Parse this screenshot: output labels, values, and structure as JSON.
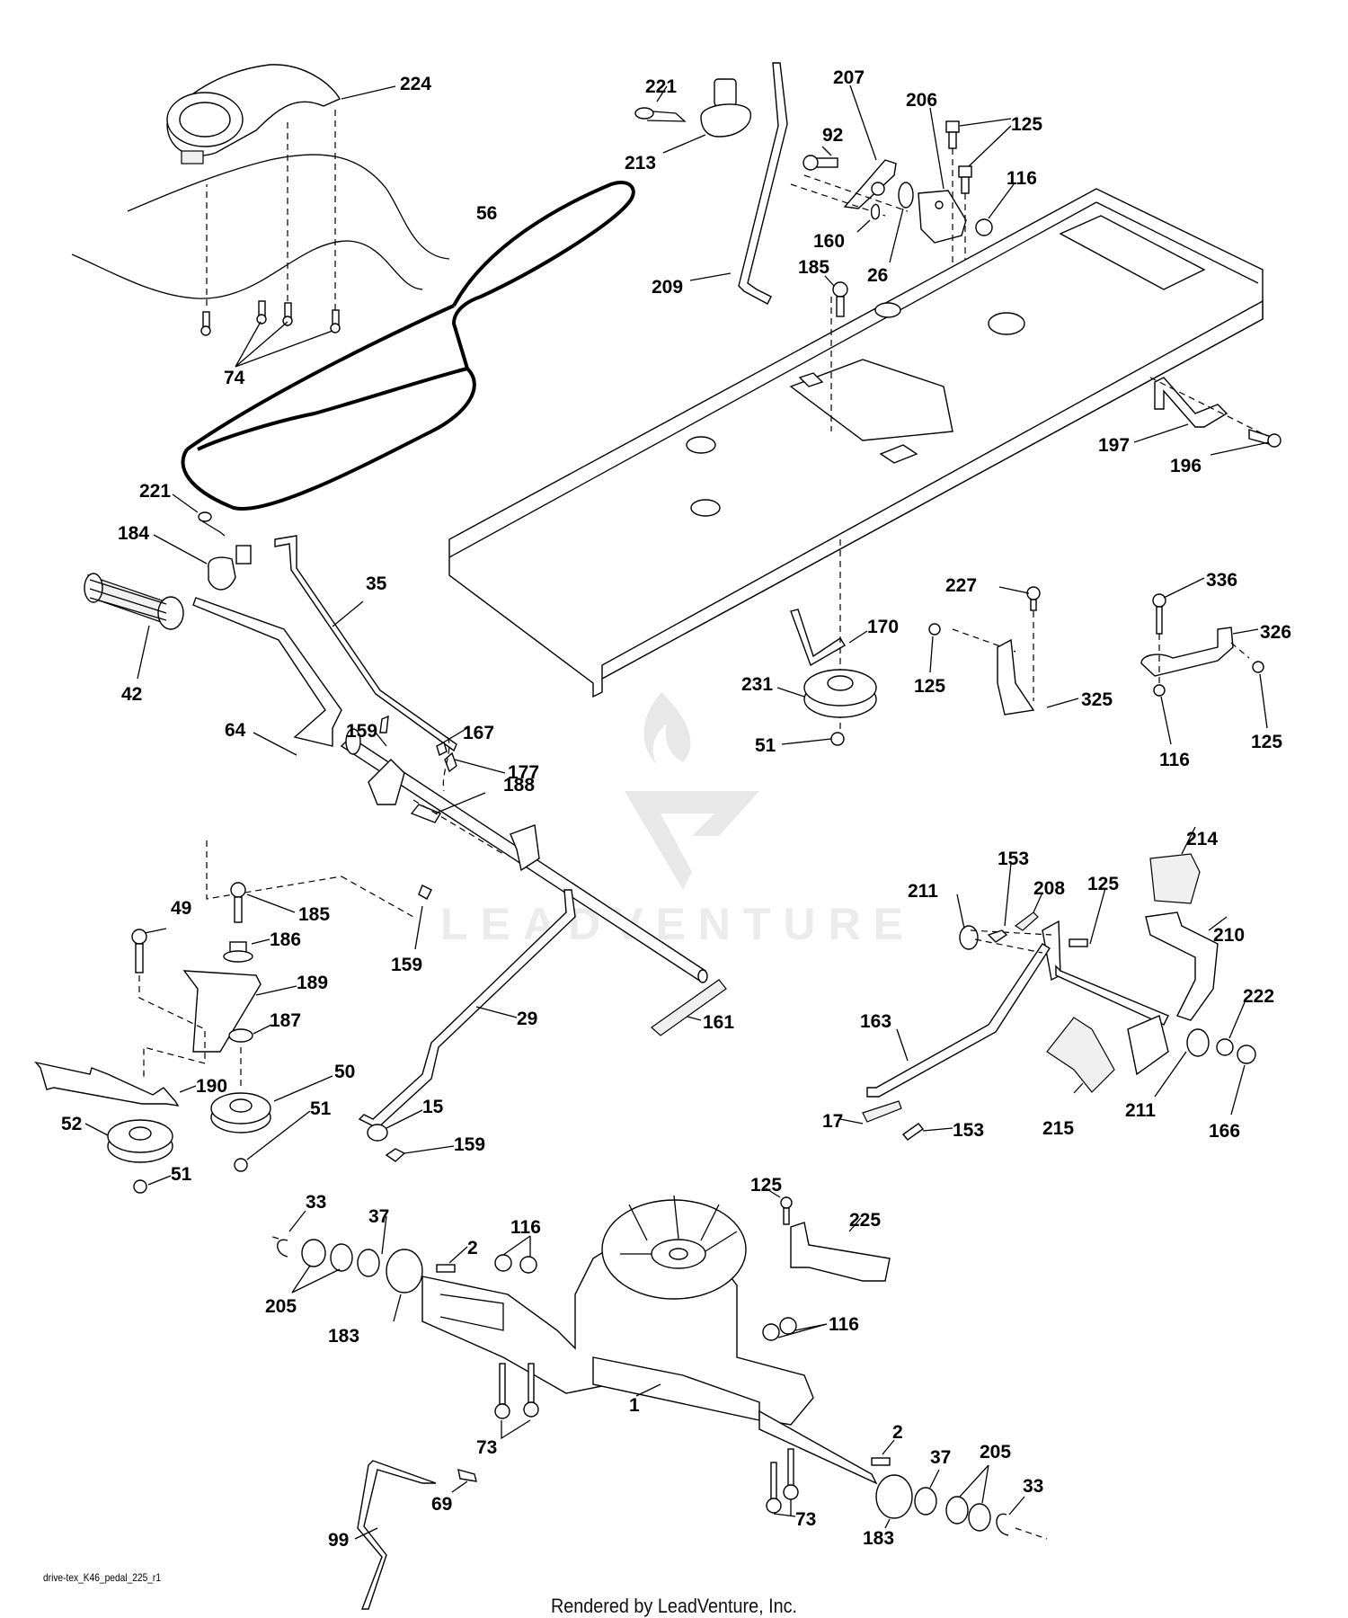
{
  "diagram": {
    "title": "drive-tex_K46_pedal_225_r1",
    "footer": "Rendered by LeadVenture, Inc.",
    "watermark": "LEADVENTURE",
    "watermark_icon": "flame-v-logo-icon",
    "callouts": [
      {
        "id": "c224a",
        "label": "224"
      },
      {
        "id": "c74",
        "label": "74"
      },
      {
        "id": "c56",
        "label": "56"
      },
      {
        "id": "c221a",
        "label": "221"
      },
      {
        "id": "c213",
        "label": "213"
      },
      {
        "id": "c209",
        "label": "209"
      },
      {
        "id": "c92",
        "label": "92"
      },
      {
        "id": "c207",
        "label": "207"
      },
      {
        "id": "c206",
        "label": "206"
      },
      {
        "id": "c125a",
        "label": "125"
      },
      {
        "id": "c116a",
        "label": "116"
      },
      {
        "id": "c160",
        "label": "160"
      },
      {
        "id": "c26",
        "label": "26"
      },
      {
        "id": "c185a",
        "label": "185"
      },
      {
        "id": "c197",
        "label": "197"
      },
      {
        "id": "c196",
        "label": "196"
      },
      {
        "id": "c221b",
        "label": "221"
      },
      {
        "id": "c184",
        "label": "184"
      },
      {
        "id": "c35",
        "label": "35"
      },
      {
        "id": "c42",
        "label": "42"
      },
      {
        "id": "c64",
        "label": "64"
      },
      {
        "id": "c159a",
        "label": "159"
      },
      {
        "id": "c167",
        "label": "167"
      },
      {
        "id": "c177",
        "label": "177"
      },
      {
        "id": "c188",
        "label": "188"
      },
      {
        "id": "c227",
        "label": "227"
      },
      {
        "id": "c170",
        "label": "170"
      },
      {
        "id": "c125b",
        "label": "125"
      },
      {
        "id": "c231",
        "label": "231"
      },
      {
        "id": "c325",
        "label": "325"
      },
      {
        "id": "c51a",
        "label": "51"
      },
      {
        "id": "c336",
        "label": "336"
      },
      {
        "id": "c326",
        "label": "326"
      },
      {
        "id": "c116b",
        "label": "116"
      },
      {
        "id": "c125c",
        "label": "125"
      },
      {
        "id": "c49",
        "label": "49"
      },
      {
        "id": "c185b",
        "label": "185"
      },
      {
        "id": "c186",
        "label": "186"
      },
      {
        "id": "c159b",
        "label": "159"
      },
      {
        "id": "c189",
        "label": "189"
      },
      {
        "id": "c187",
        "label": "187"
      },
      {
        "id": "c29",
        "label": "29"
      },
      {
        "id": "c161",
        "label": "161"
      },
      {
        "id": "c190",
        "label": "190"
      },
      {
        "id": "c50",
        "label": "50"
      },
      {
        "id": "c15",
        "label": "15"
      },
      {
        "id": "c52",
        "label": "52"
      },
      {
        "id": "c51b",
        "label": "51"
      },
      {
        "id": "c159c",
        "label": "159"
      },
      {
        "id": "c51c",
        "label": "51"
      },
      {
        "id": "c153a",
        "label": "153"
      },
      {
        "id": "c214",
        "label": "214"
      },
      {
        "id": "c211a",
        "label": "211"
      },
      {
        "id": "c208",
        "label": "208"
      },
      {
        "id": "c125d",
        "label": "125"
      },
      {
        "id": "c210",
        "label": "210"
      },
      {
        "id": "c222",
        "label": "222"
      },
      {
        "id": "c163",
        "label": "163"
      },
      {
        "id": "c17",
        "label": "17"
      },
      {
        "id": "c153b",
        "label": "153"
      },
      {
        "id": "c215",
        "label": "215"
      },
      {
        "id": "c211b",
        "label": "211"
      },
      {
        "id": "c166",
        "label": "166"
      },
      {
        "id": "c33a",
        "label": "33"
      },
      {
        "id": "c37a",
        "label": "37"
      },
      {
        "id": "c205a",
        "label": "205"
      },
      {
        "id": "c183a",
        "label": "183"
      },
      {
        "id": "c2a",
        "label": "2"
      },
      {
        "id": "c116c",
        "label": "116"
      },
      {
        "id": "c125e",
        "label": "125"
      },
      {
        "id": "c225",
        "label": "225"
      },
      {
        "id": "c116d",
        "label": "116"
      },
      {
        "id": "c2b",
        "label": "2"
      },
      {
        "id": "c1",
        "label": "1"
      },
      {
        "id": "c69",
        "label": "69"
      },
      {
        "id": "c73a",
        "label": "73"
      },
      {
        "id": "c99",
        "label": "99"
      },
      {
        "id": "c183b",
        "label": "183"
      },
      {
        "id": "c37b",
        "label": "37"
      },
      {
        "id": "c205b",
        "label": "205"
      },
      {
        "id": "c33b",
        "label": "33"
      },
      {
        "id": "c73b",
        "label": "73"
      }
    ]
  }
}
